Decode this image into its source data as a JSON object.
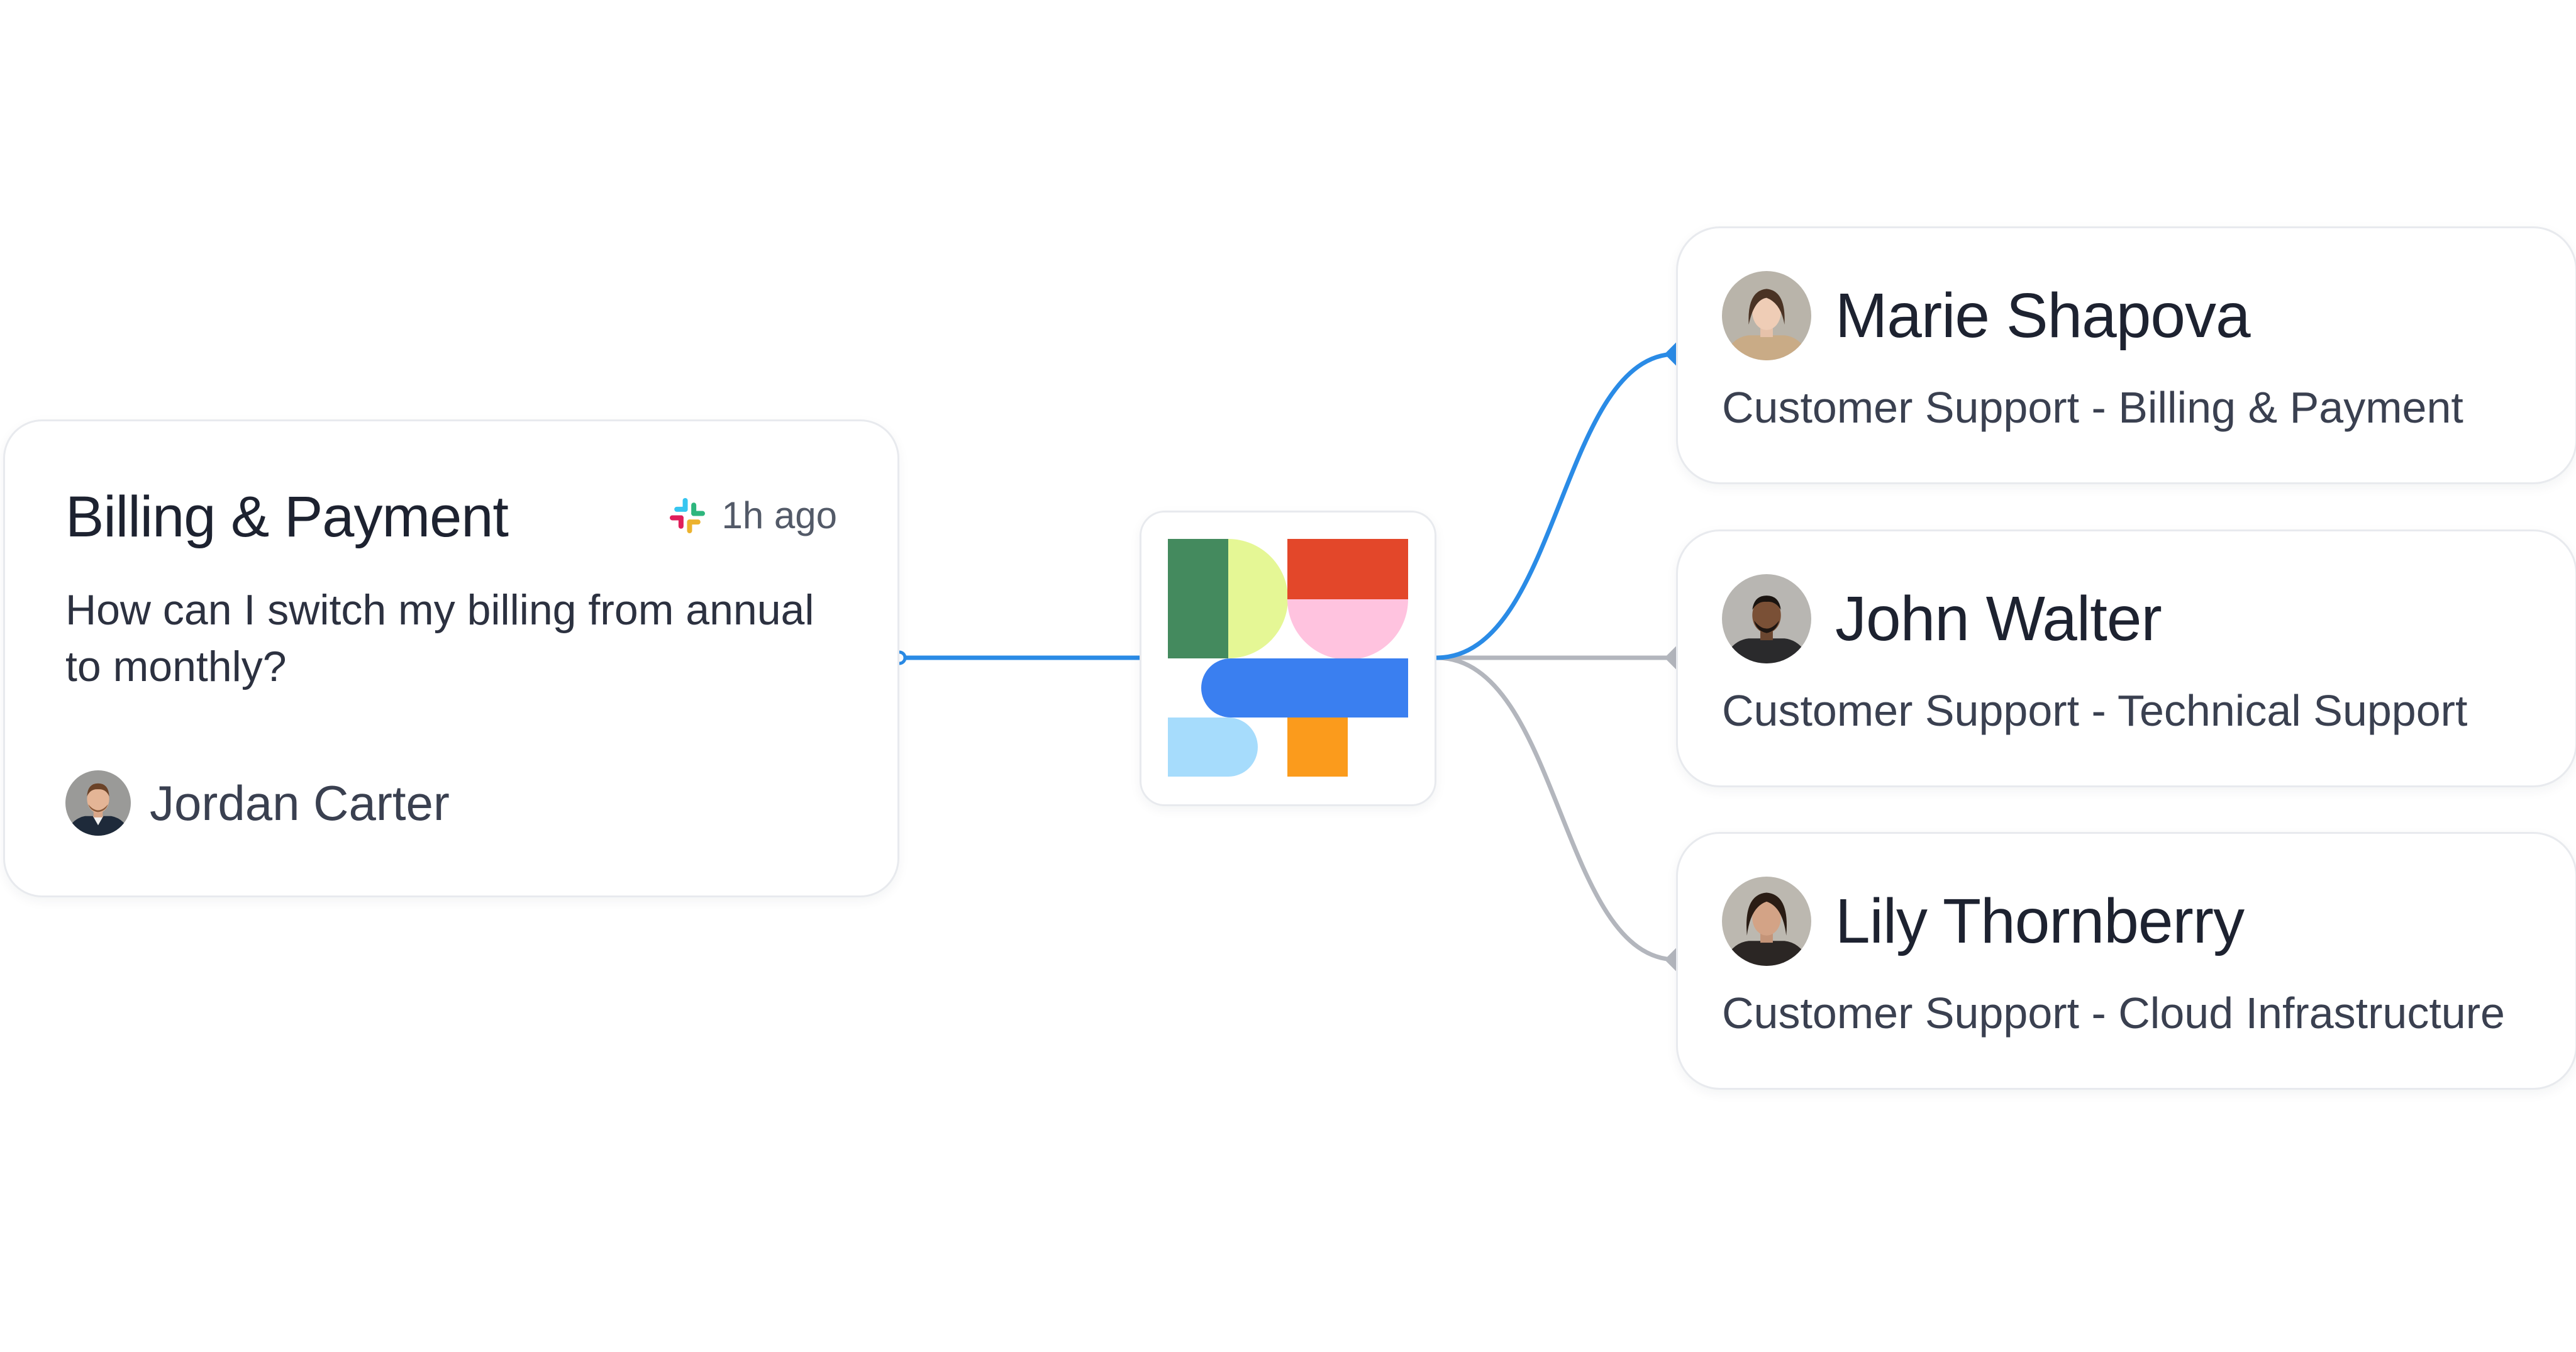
{
  "colors": {
    "active_line": "#2a8be6",
    "inactive_line": "#b3b6bd",
    "card_border": "#e8eaee"
  },
  "ticket": {
    "title": "Billing & Payment",
    "source_icon": "slack-icon",
    "time": "1h ago",
    "question": "How can I switch my billing from annual to monthly?",
    "requester": "Jordan Carter"
  },
  "hub": {
    "icon": "app-logo-icon"
  },
  "agents": [
    {
      "name": "Marie Shapova",
      "role": "Customer Support - Billing & Payment",
      "active": true
    },
    {
      "name": "John Walter",
      "role": "Customer Support - Technical Support",
      "active": false
    },
    {
      "name": "Lily Thornberry",
      "role": "Customer Support - Cloud Infrastructure",
      "active": false
    }
  ]
}
